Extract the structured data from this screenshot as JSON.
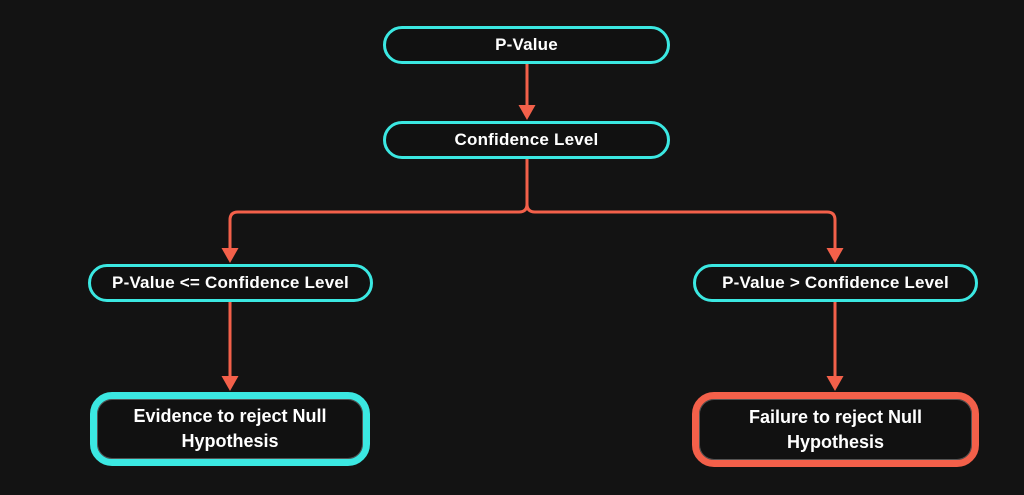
{
  "diagram": {
    "title": "P-Value vs Confidence Level decision flowchart",
    "background_color": "#131313",
    "colors": {
      "node_border": "#3be8e2",
      "edge": "#f3604a",
      "accept_result_border": "#3be8e2",
      "reject_result_border": "#f3604a",
      "node_fill": "#111111",
      "text": "#ffffff"
    },
    "nodes": [
      {
        "id": "p-value",
        "label": "P-Value"
      },
      {
        "id": "confidence-level",
        "label": "Confidence Level"
      },
      {
        "id": "p-le-confidence",
        "label": "P-Value <= Confidence Level"
      },
      {
        "id": "p-gt-confidence",
        "label": "P-Value > Confidence Level"
      },
      {
        "id": "evidence-reject-null",
        "label": "Evidence to reject Null Hypothesis"
      },
      {
        "id": "failure-reject-null",
        "label": "Failure to reject Null Hypothesis"
      }
    ],
    "edges": [
      {
        "from": "p-value",
        "to": "confidence-level"
      },
      {
        "from": "confidence-level",
        "to": "p-le-confidence"
      },
      {
        "from": "confidence-level",
        "to": "p-gt-confidence"
      },
      {
        "from": "p-le-confidence",
        "to": "evidence-reject-null"
      },
      {
        "from": "p-gt-confidence",
        "to": "failure-reject-null"
      }
    ]
  }
}
